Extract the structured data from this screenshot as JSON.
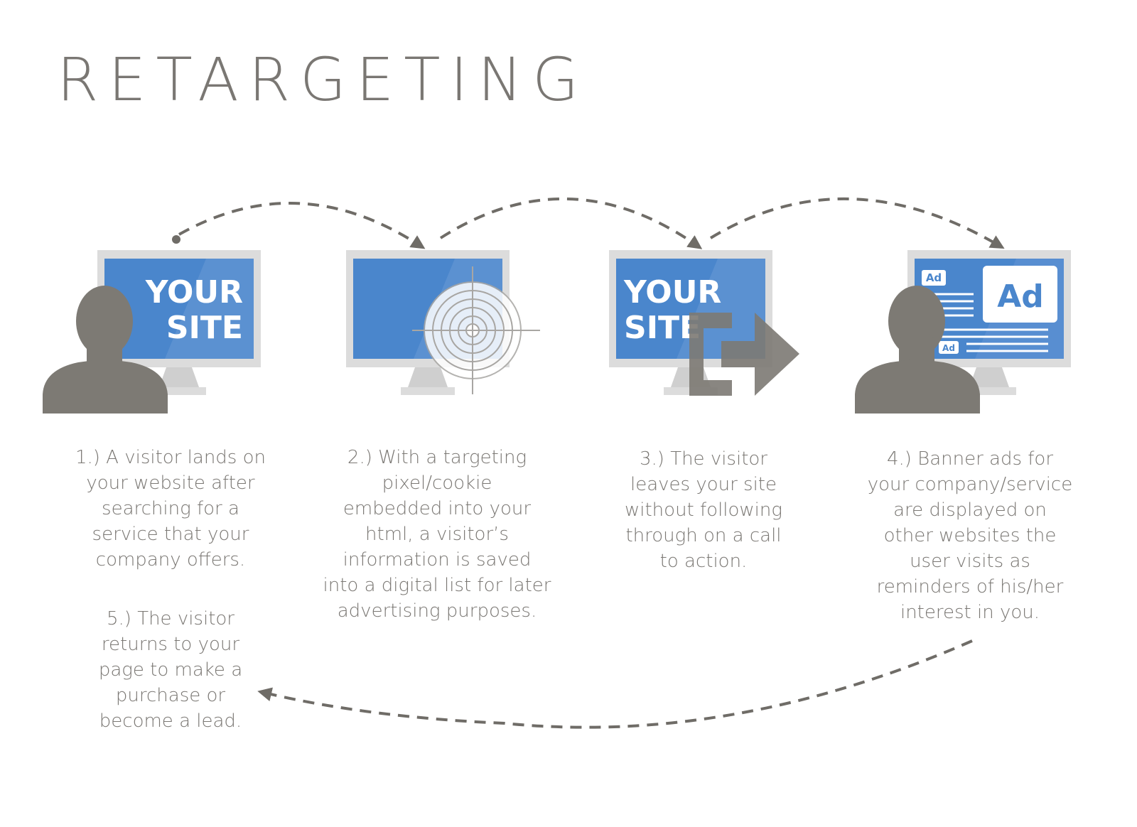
{
  "title": "RETARGETING",
  "monitor1": {
    "line1": "YOUR",
    "line2": "SITE"
  },
  "monitor3": {
    "line1": "YOUR",
    "line2": "SITE"
  },
  "monitor4": {
    "ad_big": "Ad",
    "ad_small_top": "Ad",
    "ad_small_bottom": "Ad"
  },
  "steps": [
    {
      "text": "1.) A visitor lands on\nyour website after\nsearching for a\nservice that your\ncompany offers."
    },
    {
      "text": "2.) With a targeting\npixel/cookie\nembedded into your\nhtml, a visitor’s\ninformation is saved\ninto a digital list for later\nadvertising purposes."
    },
    {
      "text": "3.) The visitor\nleaves your site\nwithout following\nthrough on a call\nto action."
    },
    {
      "text": "4.) Banner ads for\nyour company/service\nare displayed on\nother websites the\nuser visits as\nreminders of his/her\ninterest in you."
    },
    {
      "text": "5.) The visitor\nreturns to your\npage to make a\npurchase or\nbecome a lead."
    }
  ],
  "colors": {
    "text_gray": "#7a7773",
    "screen_blue": "#4a86cc",
    "monitor_frame": "#dcdcdc",
    "silhouette": "#7d7a74",
    "arrow": "#6f6c67"
  }
}
